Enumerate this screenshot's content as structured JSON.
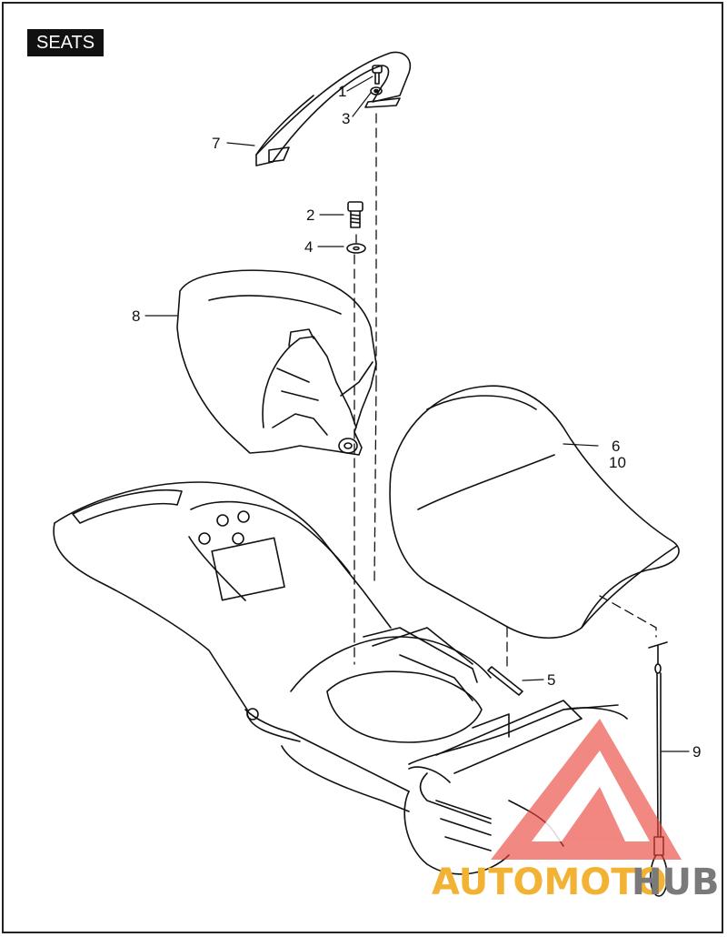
{
  "title": "SEATS",
  "callouts": {
    "c1": "1",
    "c2": "2",
    "c3": "3",
    "c4": "4",
    "c5": "5",
    "c6": "6",
    "c7": "7",
    "c8": "8",
    "c9": "9",
    "c10": "10"
  },
  "watermark": {
    "part1": "AUTOMOTO",
    "part2": "HUB",
    "colors": {
      "auto": "#f2b233",
      "hub": "#7a7a7a",
      "logo": "#e9443a"
    }
  }
}
